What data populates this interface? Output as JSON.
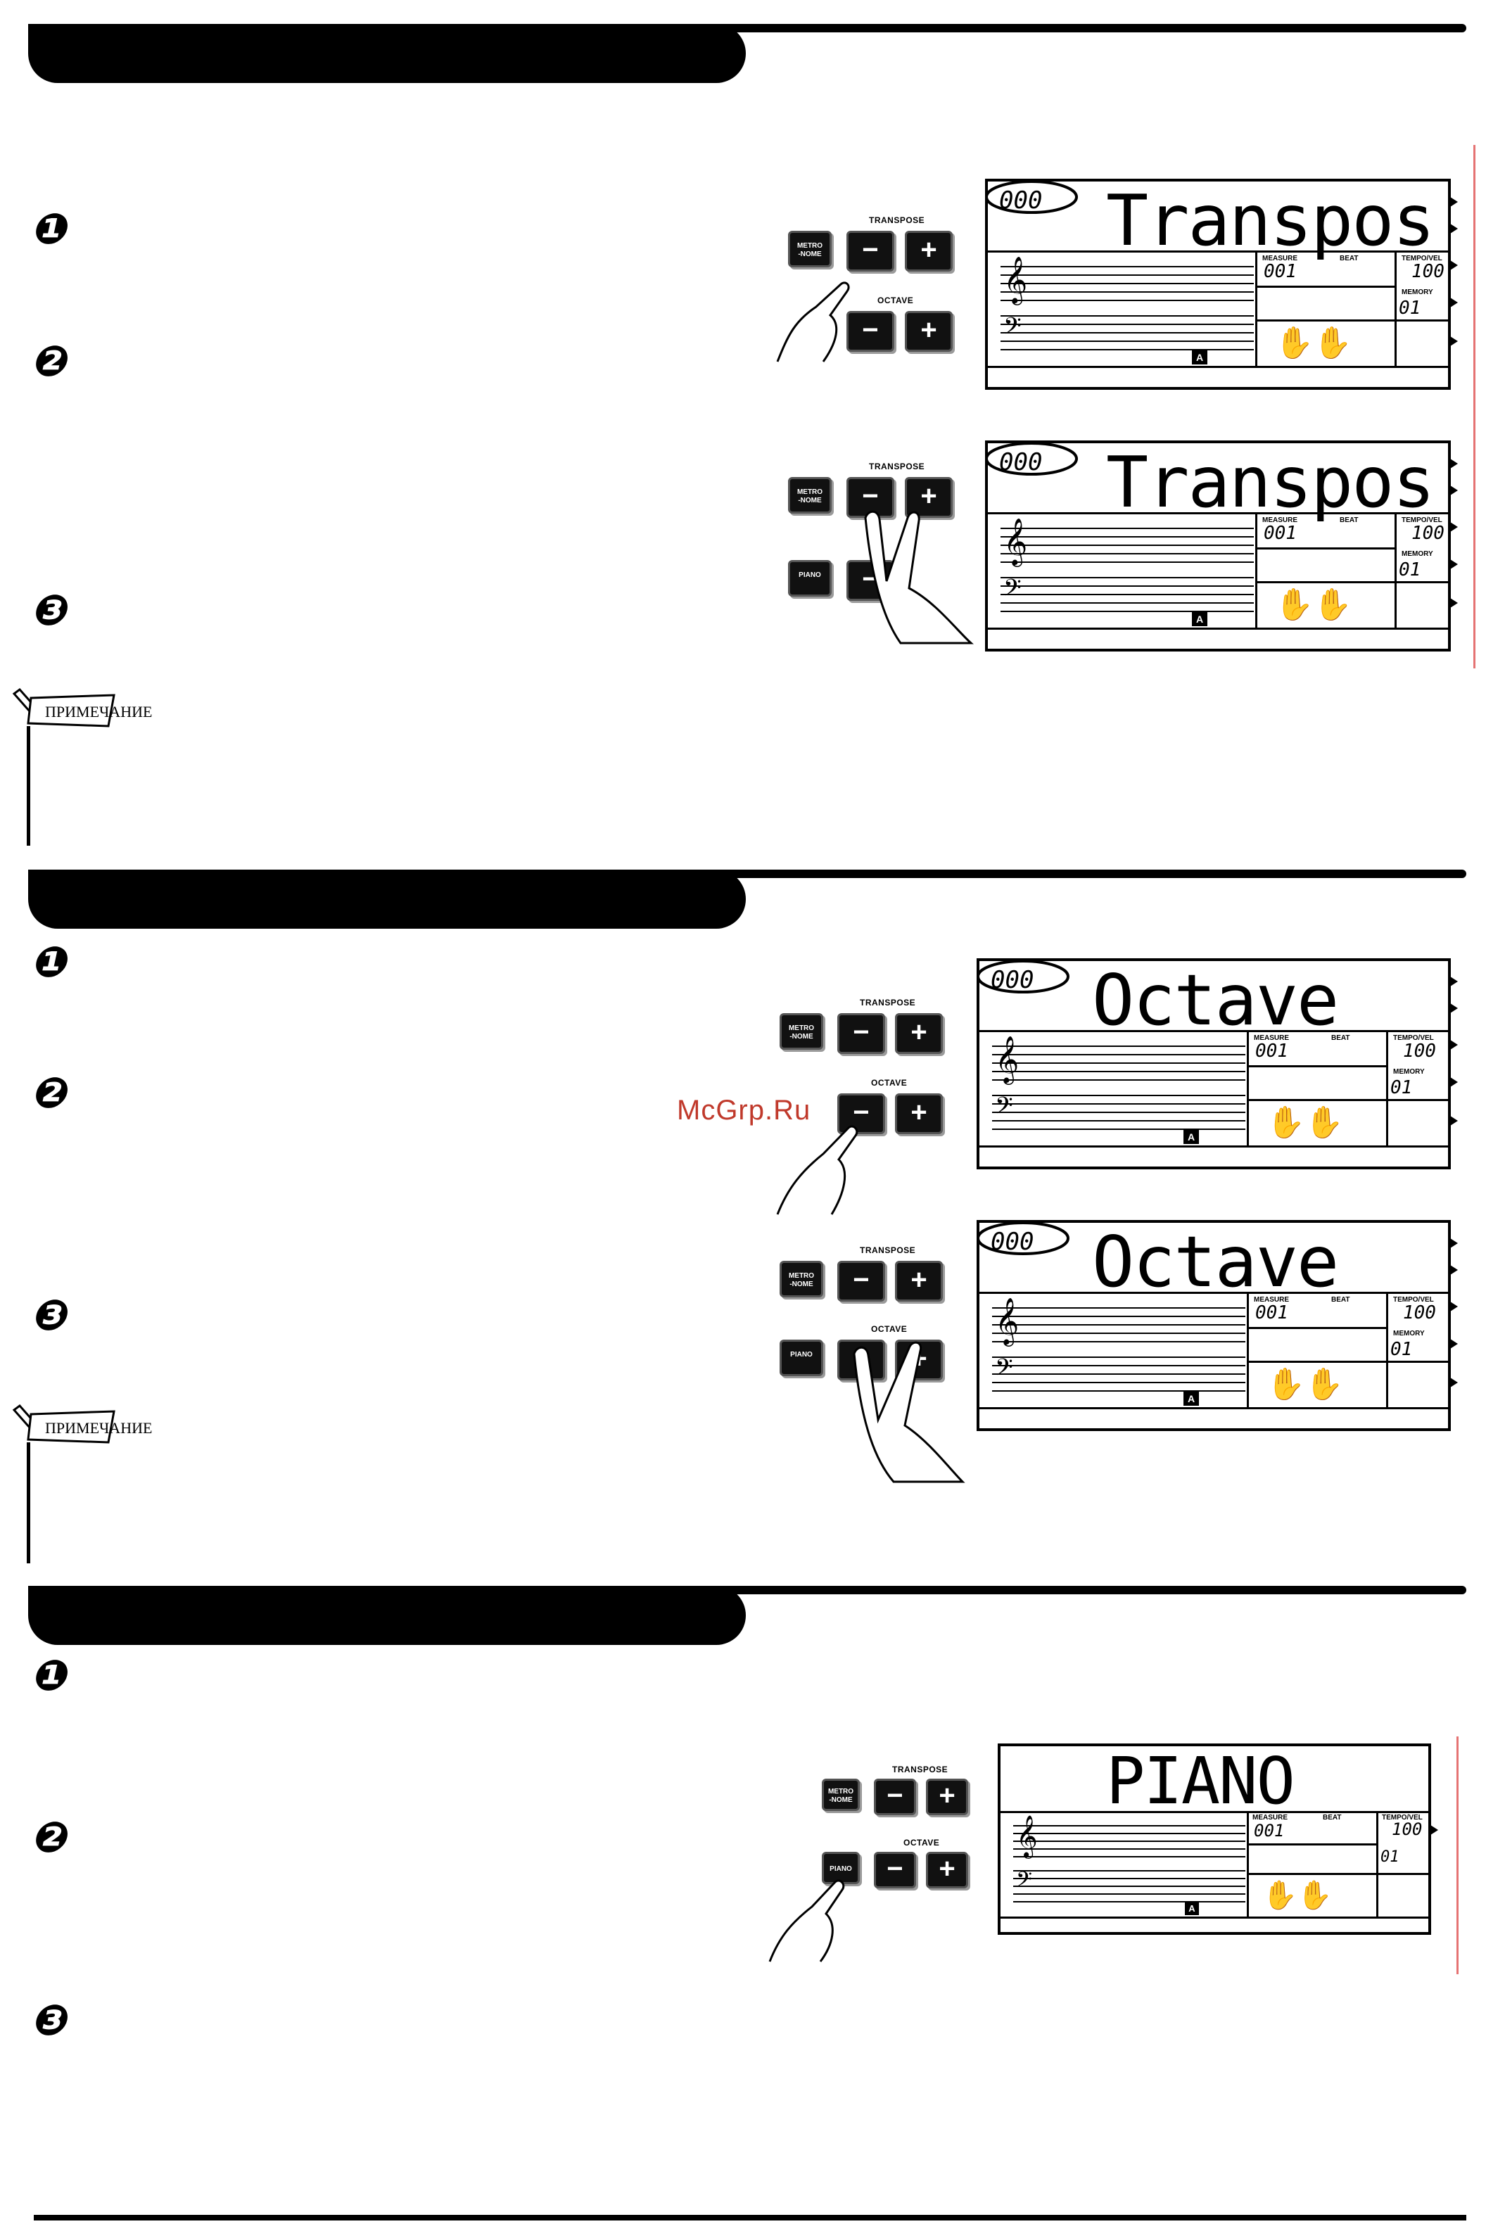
{
  "watermark": "McGrp.Ru",
  "note_label": "ПРИМЕЧАНИЕ",
  "steps": [
    "❶",
    "❷",
    "❸"
  ],
  "panel": {
    "transpose": "TRANSPOSE",
    "octave": "OCTAVE",
    "metronome": "METRO\n-NOME",
    "piano": "PIANO",
    "minus": "−",
    "plus": "+"
  },
  "lcd": {
    "counter": "000",
    "measure_label": "MEASURE",
    "beat_label": "BEAT",
    "tempo_label": "TEMPO/VEL",
    "memory_label": "MEMORY",
    "measure_value": "001",
    "tempo_value": "100",
    "memory_value": "01",
    "mode_indicator": "A"
  },
  "displays": {
    "transpose": "Transpos",
    "octave": "Octave",
    "piano": "PIANO"
  },
  "colors": {
    "accent_red": "#c0392b",
    "ink": "#000000"
  }
}
